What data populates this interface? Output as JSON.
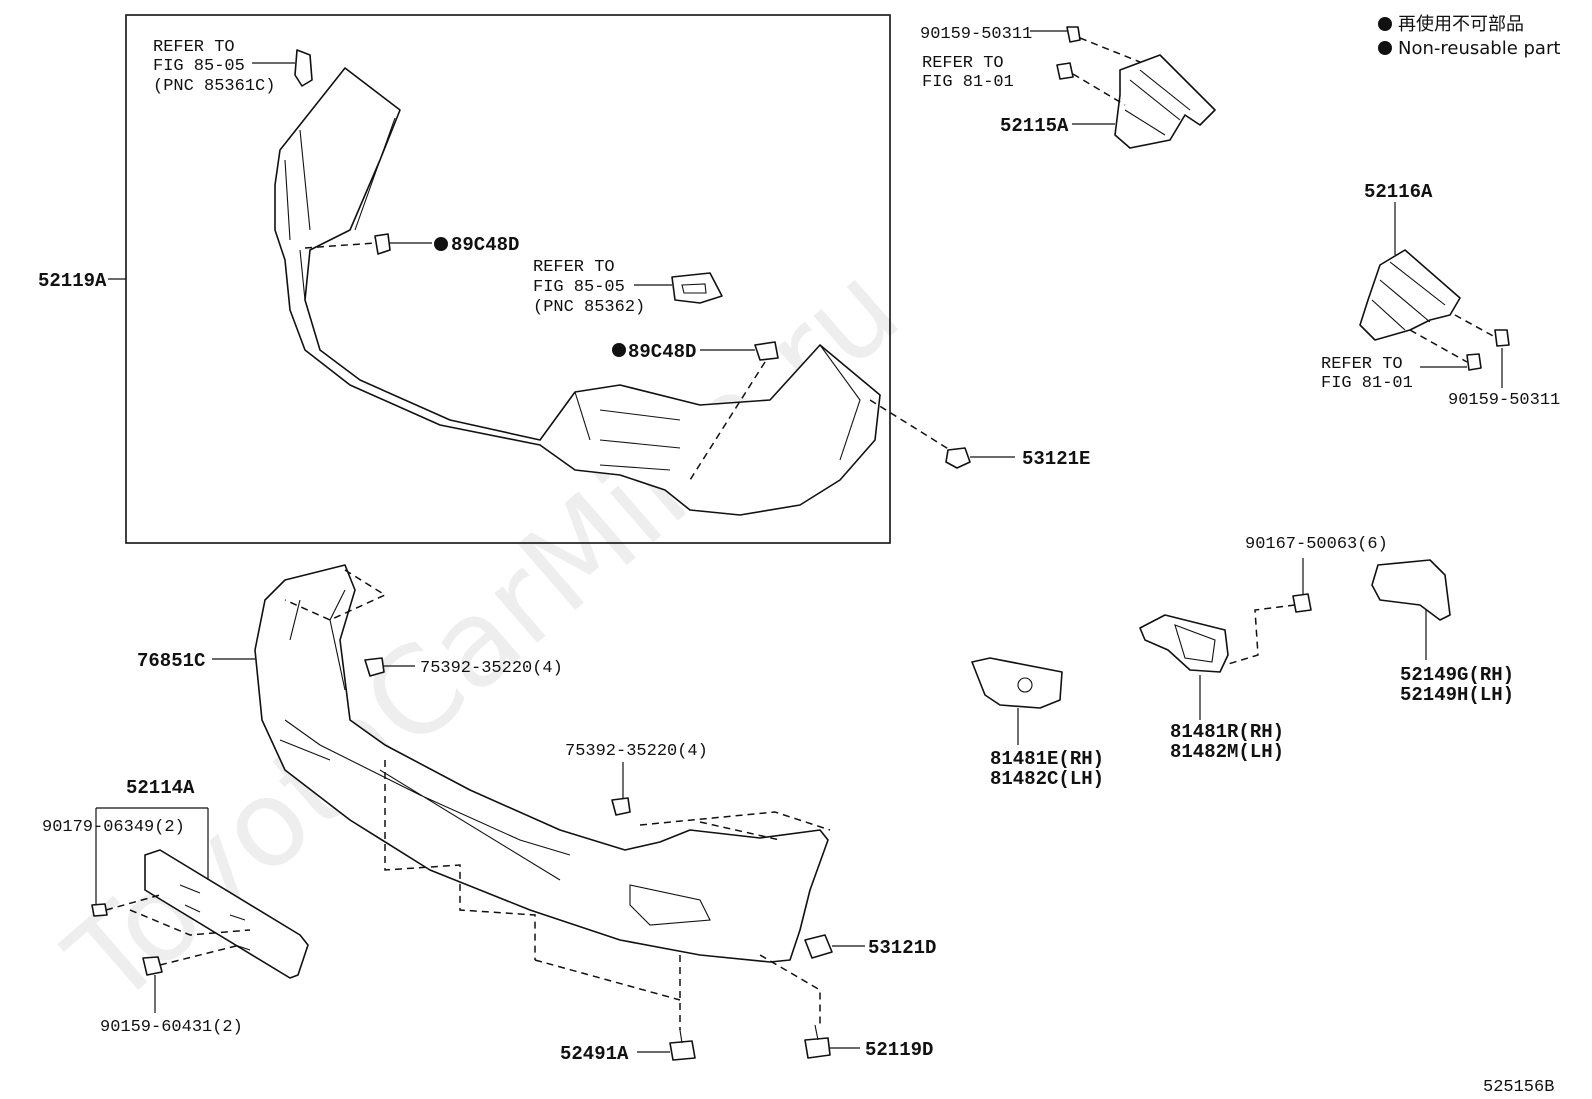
{
  "watermark": "ToyotaCarMine.ru",
  "legend": {
    "items": [
      {
        "symbol": "●",
        "text": "再使用不可部品"
      },
      {
        "symbol": "●",
        "text": "Non-reusable part"
      }
    ]
  },
  "figure_id": "525156B",
  "inset_labels": {
    "main_part": "52119A",
    "ref1_line1": "REFER TO",
    "ref1_line2": "FIG 85-05",
    "ref1_line3": "(PNC 85361C)",
    "clip_a": "89C48D",
    "ref2_line1": "REFER TO",
    "ref2_line2": "FIG 85-05",
    "ref2_line3": "(PNC 85362)",
    "clip_b": "89C48D"
  },
  "labels": {
    "bolt_top": "90159-50311",
    "ref3_line1": "REFER TO",
    "ref3_line2": "FIG 81-01",
    "bracket_lh": "52115A",
    "bracket_rh": "52116A",
    "ref4_line1": "REFER TO",
    "ref4_line2": "FIG 81-01",
    "bolt_rh": "90159-50311",
    "screw": "53121E",
    "bumper": "76851C",
    "clip1": "75392-35220(4)",
    "clip2": "75392-35220(4)",
    "plate": "52114A",
    "nut_plate": "90179-06349(2)",
    "bolt_plate": "90159-60431(2)",
    "retainer": "53121D",
    "bottom_screw": "52491A",
    "bottom_bolt": "52119D",
    "bolt_cover": "90167-50063(6)",
    "cover_rh": "52149G(RH)",
    "cover_lh": "52149H(LH)",
    "bezel_rh": "81481E(RH)",
    "bezel_lh": "81482C(LH)",
    "lamp_bracket_rh": "81481R(RH)",
    "lamp_bracket_lh": "81482M(LH)"
  }
}
